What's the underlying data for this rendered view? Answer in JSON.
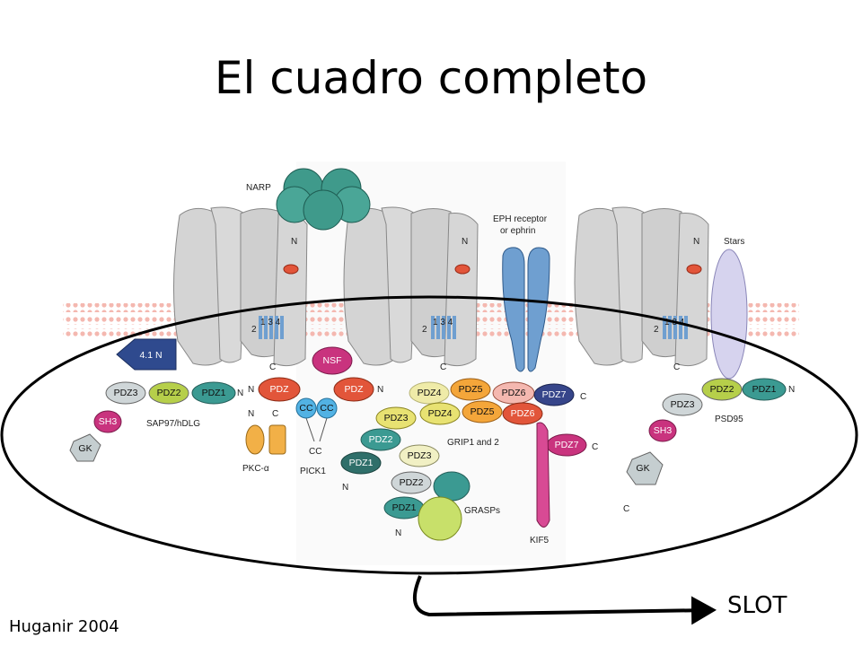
{
  "slide": {
    "title": "El cuadro completo",
    "credit": "Huganir 2004",
    "arrow_label": "SLOT"
  },
  "labels": {
    "narp": "NARP",
    "eph": "EPH receptor",
    "eph2": "or ephrin",
    "stargazin": "Stars",
    "n": "N",
    "c": "C",
    "tm1": "2",
    "tm2": "1 3 4",
    "sap97": "SAP97/hDLG",
    "pkc": "PKC-α",
    "pick1": "PICK1",
    "grip": "GRIP1 and 2",
    "grasps": "GRASPs",
    "kif5": "KIF5",
    "psd95": "PSD95",
    "cc": "CC",
    "nsf": "NSF",
    "band41": "4.1 N",
    "pdz": "PDZ",
    "pdz1": "PDZ1",
    "pdz2": "PDZ2",
    "pdz3": "PDZ3",
    "pdz4": "PDZ4",
    "pdz5": "PDZ5",
    "pdz6": "PDZ6",
    "pdz7": "PDZ7",
    "sh3": "SH3",
    "gk": "GK"
  },
  "colors": {
    "receptor": "#d4d4d4",
    "membrane": "#f4b8b0",
    "narp": "#3f9a8b",
    "eph": "#6f9fd0",
    "stargazin": "#d6d3ee",
    "pdz_gray": "#cfd6d8",
    "pdz_green": "#b6cf4a",
    "pdz_teal": "#3b9a92",
    "pdz_red": "#e2553a",
    "pdz_orange": "#f4a63a",
    "pdz_yellow": "#e8e272",
    "pdz_navy": "#36458a",
    "pdz_magenta": "#c9337e",
    "band41": "#2f4a8e",
    "cc_blue": "#52b2e4",
    "pkc_orange": "#f2b047",
    "gk_gray": "#c5ced0"
  }
}
